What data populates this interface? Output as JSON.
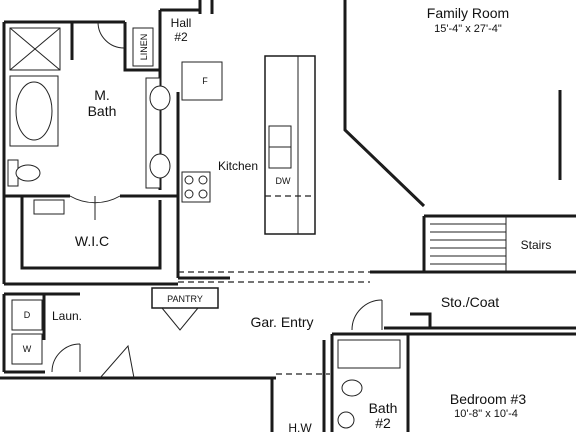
{
  "rooms": {
    "family_room": {
      "label": "Family Room",
      "dimensions": "15'-4\" x 27'-4\""
    },
    "hall2": {
      "label_line1": "Hall",
      "label_line2": "#2"
    },
    "linen": {
      "label": "LINEN"
    },
    "master_bath": {
      "label_line1": "M.",
      "label_line2": "Bath"
    },
    "kitchen": {
      "label": "Kitchen"
    },
    "fridge": {
      "label": "F"
    },
    "dishwasher": {
      "label": "DW"
    },
    "wic": {
      "label": "W.I.C"
    },
    "stairs": {
      "label": "Stairs"
    },
    "laundry": {
      "label": "Laun.",
      "dryer": "D",
      "washer": "W"
    },
    "pantry": {
      "label": "PANTRY"
    },
    "garage_entry": {
      "label": "Gar. Entry"
    },
    "storage_coat": {
      "label": "Sto./Coat"
    },
    "bedroom3": {
      "label": "Bedroom #3",
      "dimensions": "10'-8\" x 10'-4"
    },
    "bath2": {
      "label_line1": "Bath",
      "label_line2": "#2"
    },
    "water_heater": {
      "label": "H.W"
    }
  }
}
